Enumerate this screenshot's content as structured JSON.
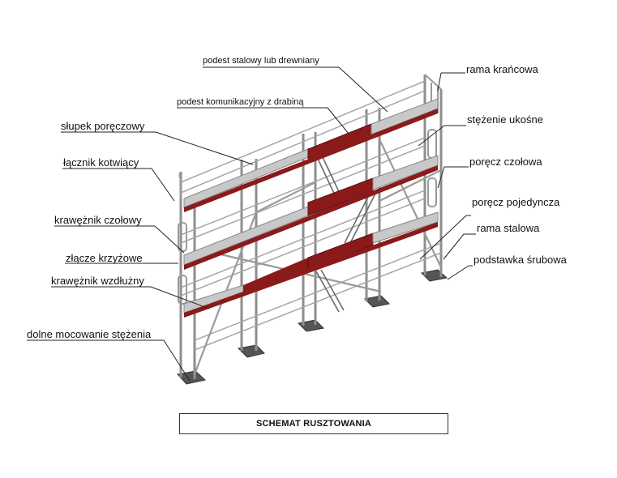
{
  "caption": "SCHEMAT RUSZTOWANIA",
  "labels": {
    "podest_stalowy": "podest stalowy lub drewniany",
    "rama_krancowa": "rama krańcowa",
    "podest_komunikacyjny": "podest komunikacyjny z drabiną",
    "slupek_poreczowy": "słupek poręczowy",
    "stezenie_ukosne": "stężenie ukośne",
    "lacznik_kotwiacy": "łącznik kotwiący",
    "porecz_czolowa": "poręcz czołowa",
    "porecz_pojedyncza": "poręcz pojedyncza",
    "kraweznik_czolowy": "krawężnik czołowy",
    "rama_stalowa": "rama stalowa",
    "zlacze_krzyzowe": "złącze krzyżowe",
    "podstawka_srubowa": "podstawka śrubowa",
    "kraweznik_wzdluzny": "krawężnik wzdłużny",
    "dolne_mocowanie": "dolne mocowanie stężenia"
  },
  "colors": {
    "deck_red": "#8b1a1a",
    "deck_grey": "#c8c8c8",
    "frame": "#9a9a9a",
    "leader": "#222222"
  }
}
